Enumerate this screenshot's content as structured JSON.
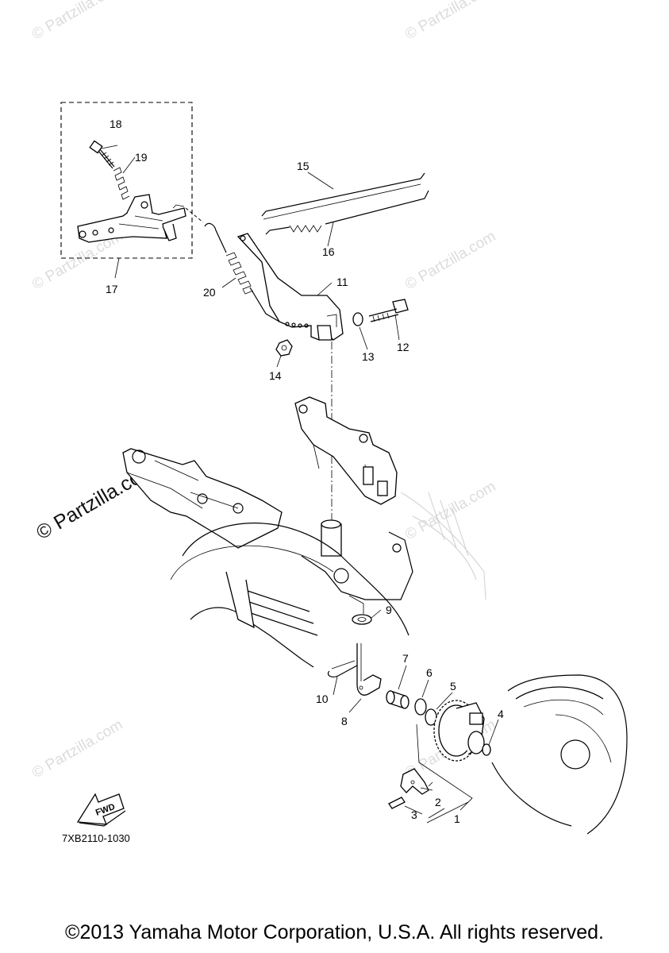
{
  "watermark": {
    "text": "© Partzilla.com",
    "main_text": "© Partzilla.com"
  },
  "callouts": {
    "c1": "1",
    "c2": "2",
    "c3": "3",
    "c4": "4",
    "c5": "5",
    "c6": "6",
    "c7": "7",
    "c8": "8",
    "c9": "9",
    "c10": "10",
    "c11": "11",
    "c12": "12",
    "c13": "13",
    "c14": "14",
    "c15": "15",
    "c16": "16",
    "c17": "17",
    "c18": "18",
    "c19": "19",
    "c20": "20"
  },
  "fwd_label": "FWD",
  "diagram_code": "7XB2110-1030",
  "copyright": "©2013 Yamaha Motor Corporation, U.S.A. All rights reserved."
}
